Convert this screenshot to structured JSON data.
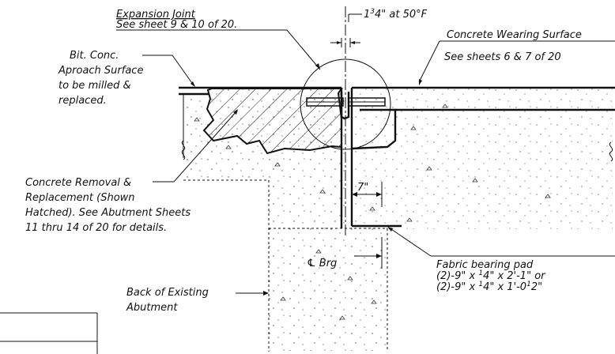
{
  "labels": {
    "expansion_joint": {
      "line1": "Expansion Joint",
      "line2": "See sheet 9 & 10 of 20."
    },
    "joint_gap": {
      "prefix": "1",
      "sup": "3",
      "suffix": "4\" at 50°F"
    },
    "wearing_surface": {
      "line1": "Concrete Wearing Surface",
      "line2": "See sheets 6 & 7 of 20"
    },
    "bit_conc": {
      "lines": [
        "Bit. Conc.",
        "Aproach Surface",
        "to be milled &",
        "replaced."
      ]
    },
    "concrete_removal": {
      "lines": [
        "Concrete Removal &",
        "Replacement (Shown",
        "Hatched).  See Abutment Sheets",
        "11 thru 14 of 20 for details."
      ]
    },
    "dim_7": "7\"",
    "cl_brg": "℄ Brg",
    "fabric_pad": {
      "line1": "Fabric bearing pad",
      "line2": {
        "a": "(2)-9\" x ",
        "sup": "1",
        "b": "4\" x 2'-1\" or"
      },
      "line3": {
        "a": "(2)-9\" x ",
        "sup": "1",
        "b": "4\" x 1'-0",
        "sup2": "1",
        "c": "2\""
      }
    },
    "back_abutment": {
      "lines": [
        "Back of Existing",
        "Abutment"
      ]
    }
  }
}
